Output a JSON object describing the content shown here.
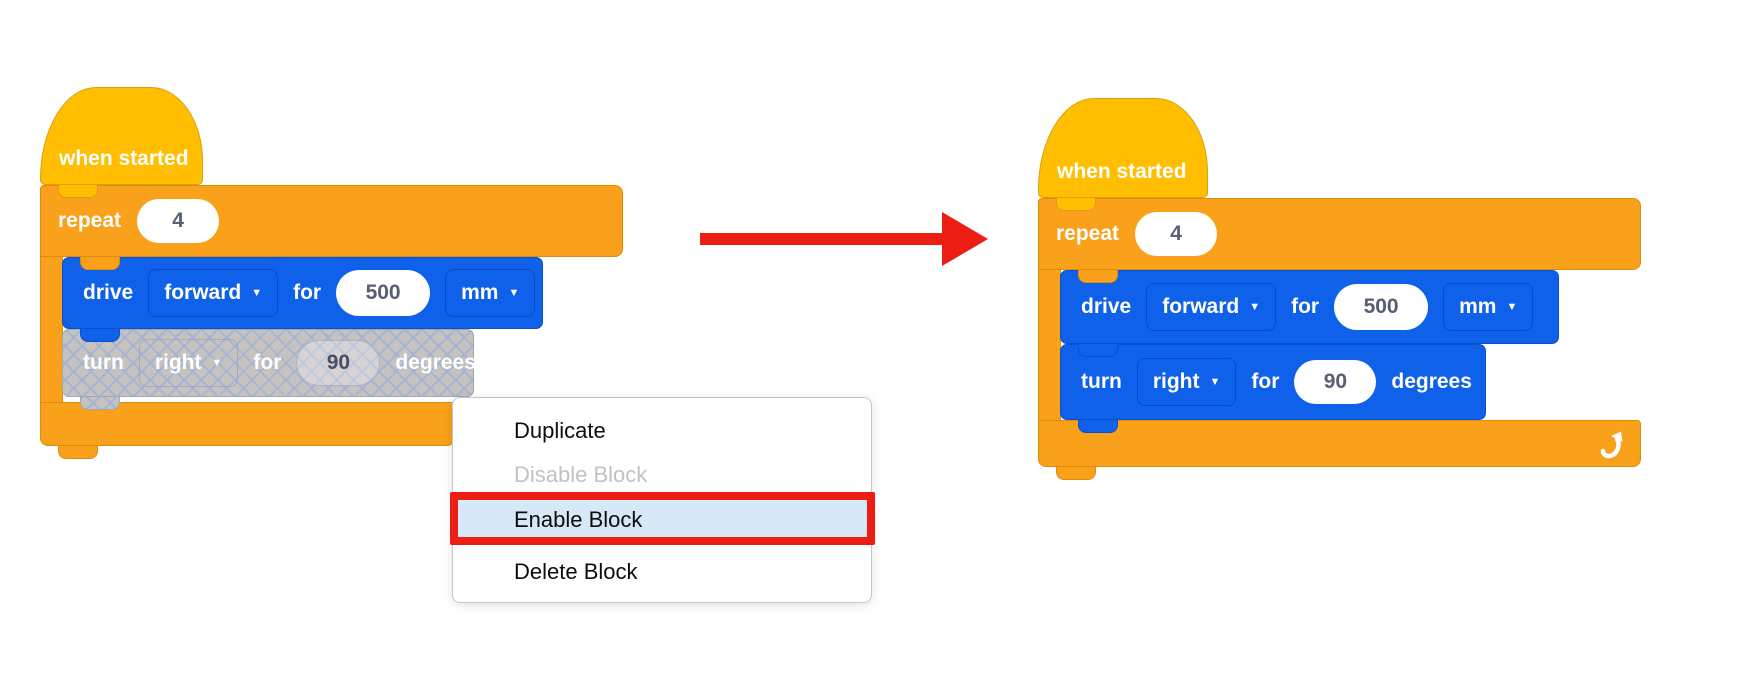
{
  "icons": {
    "dropdown_caret": "▼"
  },
  "left_stack": {
    "hat_label": "when started",
    "repeat": {
      "label": "repeat",
      "count": "4"
    },
    "drive": {
      "label": "drive",
      "direction": "forward",
      "for_label": "for",
      "value": "500",
      "unit": "mm"
    },
    "turn": {
      "label": "turn",
      "direction": "right",
      "for_label": "for",
      "value": "90",
      "unit_label": "degrees"
    },
    "turn_state": "disabled"
  },
  "right_stack": {
    "hat_label": "when started",
    "repeat": {
      "label": "repeat",
      "count": "4"
    },
    "drive": {
      "label": "drive",
      "direction": "forward",
      "for_label": "for",
      "value": "500",
      "unit": "mm"
    },
    "turn": {
      "label": "turn",
      "direction": "right",
      "for_label": "for",
      "value": "90",
      "unit_label": "degrees"
    },
    "turn_state": "enabled"
  },
  "context_menu": {
    "items": [
      {
        "label": "Duplicate",
        "state": "normal"
      },
      {
        "label": "Disable Block",
        "state": "disabled"
      },
      {
        "label": "Enable Block",
        "state": "highlighted"
      },
      {
        "label": "Delete Block",
        "state": "normal"
      }
    ]
  },
  "colors": {
    "hat_gold": "#FFBF00",
    "control_orange": "#F9A11B",
    "drive_blue": "#0E61E8",
    "disabled_gray": "#C6C3BE",
    "disabled_hatch": "#A3B1D7",
    "menu_highlight": "#D7E8F7",
    "annotation_red": "#EC1E14",
    "value_text": "#575E75"
  }
}
